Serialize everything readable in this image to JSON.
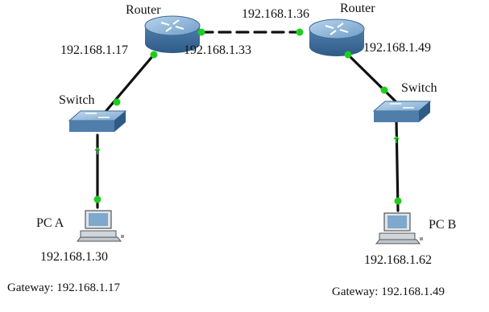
{
  "diagram": {
    "routers": [
      {
        "label": "Router"
      },
      {
        "label": "Router"
      }
    ],
    "switches": [
      {
        "label": "Switch"
      },
      {
        "label": "Switch"
      }
    ],
    "pcs": [
      {
        "label": "PC A",
        "ip": "192.168.1.30",
        "gateway": "Gateway: 192.168.1.17"
      },
      {
        "label": "PC B",
        "ip": "192.168.1.62",
        "gateway": "Gateway: 192.168.1.49"
      }
    ],
    "interfaces": {
      "r1_left": "192.168.1.17",
      "r1_right": "192.168.1.33",
      "r2_left": "192.168.1.36",
      "r2_right": "192.168.1.49"
    },
    "colors": {
      "link": "#111111",
      "port_led": "#1fcc1f",
      "device_blue": "#6f9ec8",
      "device_dark": "#3d6a96"
    }
  }
}
